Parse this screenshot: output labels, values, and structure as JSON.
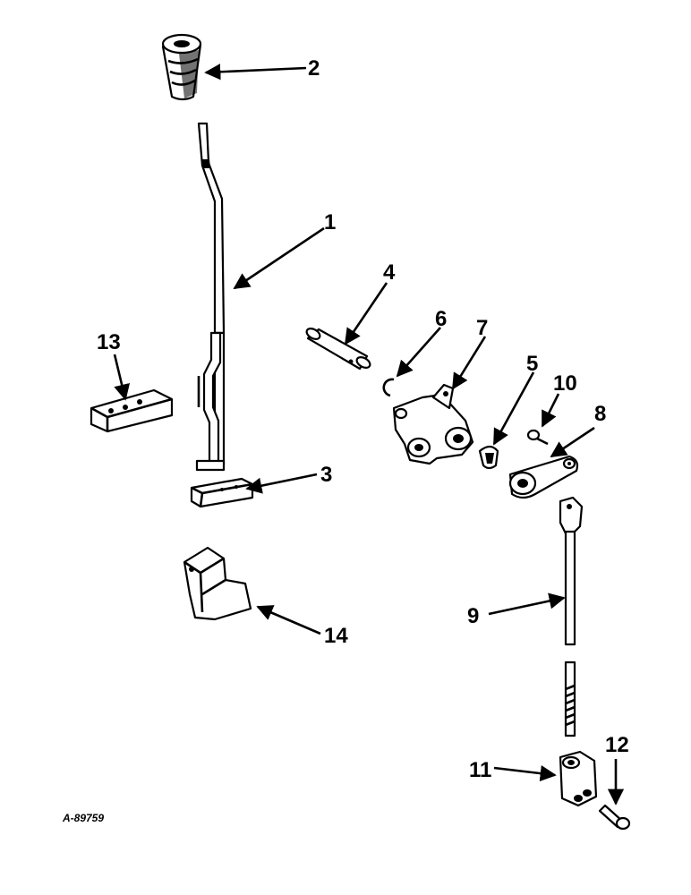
{
  "diagram": {
    "callouts": [
      "1",
      "2",
      "3",
      "4",
      "5",
      "6",
      "7",
      "8",
      "9",
      "10",
      "11",
      "12",
      "13",
      "14"
    ],
    "drawing_number": "A-89759",
    "colors": {
      "ink": "#000000",
      "paper": "#ffffff"
    }
  }
}
